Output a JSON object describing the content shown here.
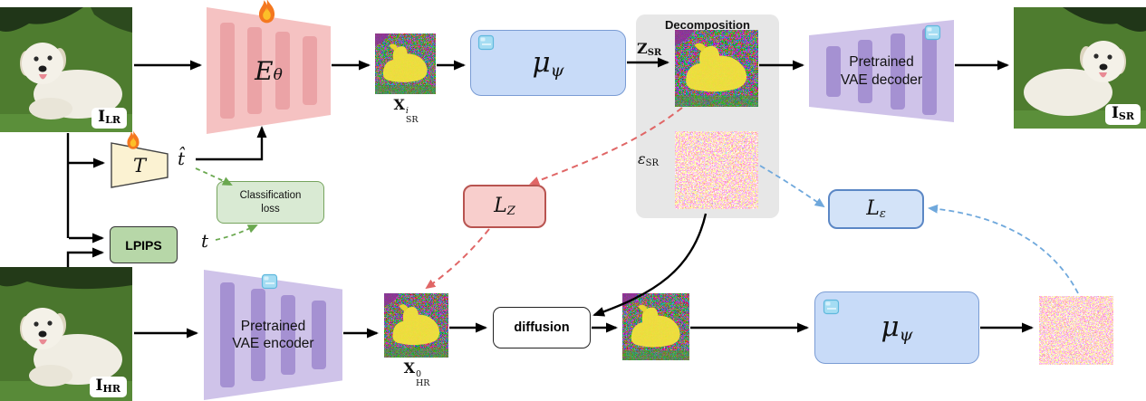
{
  "labels": {
    "i_lr": {
      "base": "I",
      "sub": "LR"
    },
    "i_hr": {
      "base": "I",
      "sub": "HR"
    },
    "i_sr": {
      "base": "I",
      "sub": "SR"
    },
    "encoder": {
      "base": "E",
      "sub": "θ"
    },
    "mu_top": {
      "base": "μ",
      "sub": "ψ"
    },
    "mu_bottom": {
      "base": "μ",
      "sub": "ψ"
    },
    "x_sr": {
      "base": "X",
      "sup": "i",
      "sub": "SR"
    },
    "x_hr": {
      "base": "X",
      "sup": "0",
      "sub": "HR"
    },
    "z_sr": {
      "base": "Z",
      "sub": "SR"
    },
    "eps_sr": {
      "base": "ε",
      "sub": "SR"
    },
    "loss_z": {
      "base": "L",
      "sub": "Z"
    },
    "loss_eps": {
      "base": "L",
      "sub": "ε"
    },
    "t_module": "T",
    "t_hat": "t̂",
    "t": "t"
  },
  "boxes": {
    "decomposition_title": "Decomposition",
    "vae_decoder_line1": "Pretrained",
    "vae_decoder_line2": "VAE decoder",
    "vae_encoder_line1": "Pretrained",
    "vae_encoder_line2": "VAE encoder",
    "diffusion": "diffusion",
    "lpips": "LPIPS",
    "classification_line1": "Classification",
    "classification_line2": "loss"
  },
  "colors": {
    "encoder_fill": "#f5c2c2",
    "encoder_bar": "#eba3a6",
    "vae_fill": "#cfc3e9",
    "vae_bar": "#a591d2",
    "mu_fill": "#c8dbf8",
    "mu_border": "#7a9cd4",
    "loss_z_fill": "#f8cecc",
    "loss_z_border": "#b85450",
    "loss_eps_fill": "#d3e3f8",
    "loss_eps_border": "#5b87c5",
    "classification_fill": "#d9ead3",
    "classification_border": "#76a45e",
    "lpips_fill": "#b7d7a8",
    "t_module_fill": "#fbf2d2",
    "decomposition_fill": "#e7e7e7",
    "arrow_black": "#000000",
    "arrow_red": "#e06666",
    "arrow_green": "#6aa84f",
    "arrow_blue": "#6fa8dc"
  }
}
